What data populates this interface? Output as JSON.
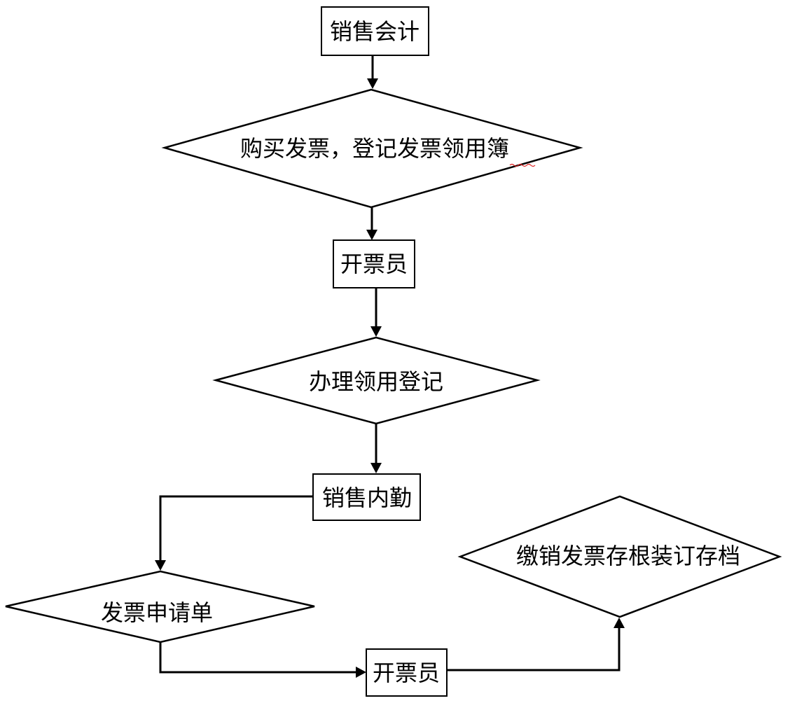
{
  "nodes": {
    "sales_accountant": "销售会计",
    "buy_invoice": "购买发票，登记发票领用簿",
    "issuer_1": "开票员",
    "register_use": "办理领用登记",
    "sales_internal": "销售内勤",
    "invoice_request": "发票申请单",
    "issuer_2": "开票员",
    "archive": "缴销发票存根装订存档"
  },
  "colors": {
    "stroke": "#000000",
    "background": "#ffffff",
    "spellcheck_underline": "#e02020"
  }
}
